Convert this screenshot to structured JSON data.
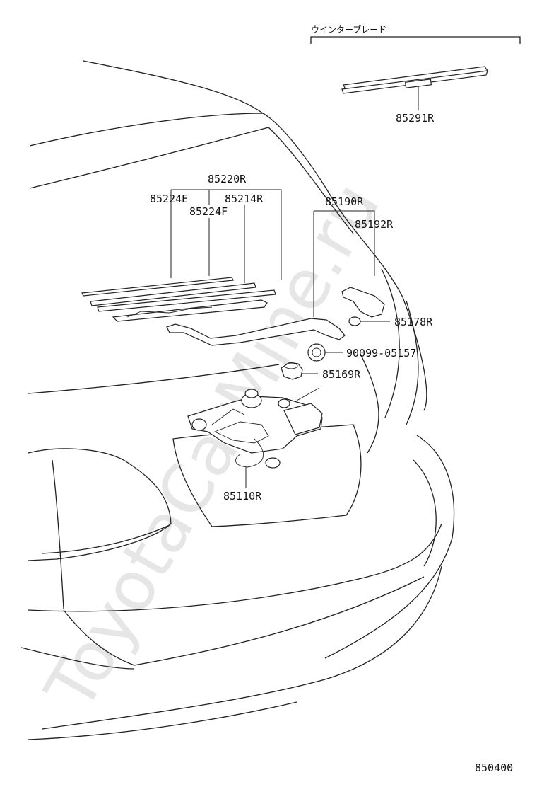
{
  "watermark": "ToyotaCarMine.ru",
  "header_label": "ウインターブレード",
  "parts": {
    "blade_winter": "85291R",
    "blade_assy": "85220R",
    "rubber_e": "85224E",
    "rubber_f": "85224F",
    "backing": "85214R",
    "arm": "85190R",
    "cover": "85192R",
    "cap": "85178R",
    "nut": "90099-05157",
    "grommet": "85169R",
    "motor": "85110R"
  },
  "diagram_code": "850400"
}
